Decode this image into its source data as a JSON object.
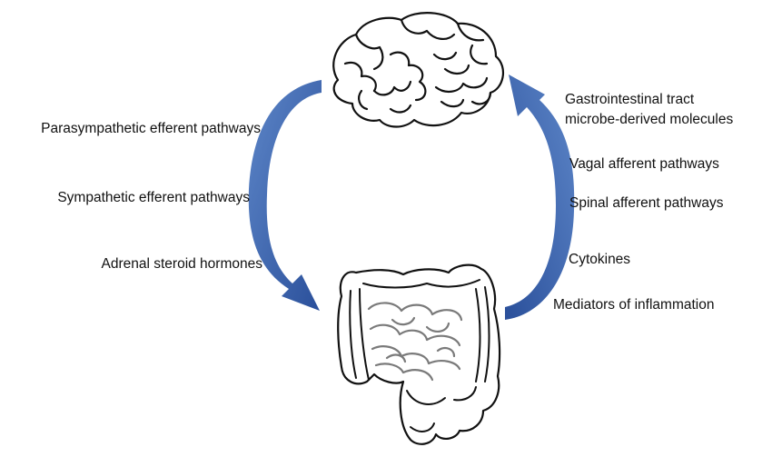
{
  "efferent_labels": [
    "Parasympathetic efferent pathways",
    "Sympathetic efferent pathways",
    "Adrenal steroid hormones"
  ],
  "afferent_labels": {
    "gi_line1": "Gastrointestinal tract",
    "gi_line2": "microbe-derived molecules",
    "vagal": "Vagal afferent pathways",
    "spinal": "Spinal afferent pathways",
    "cytokines": "Cytokines",
    "inflammation": "Mediators of inflammation"
  },
  "icons": {
    "top": "brain-icon",
    "bottom": "intestine-icon"
  },
  "colors": {
    "arrow_light": "#6f97d4",
    "arrow_dark": "#2a4f9a",
    "outline": "#111111",
    "inner": "#7a7a7a"
  }
}
